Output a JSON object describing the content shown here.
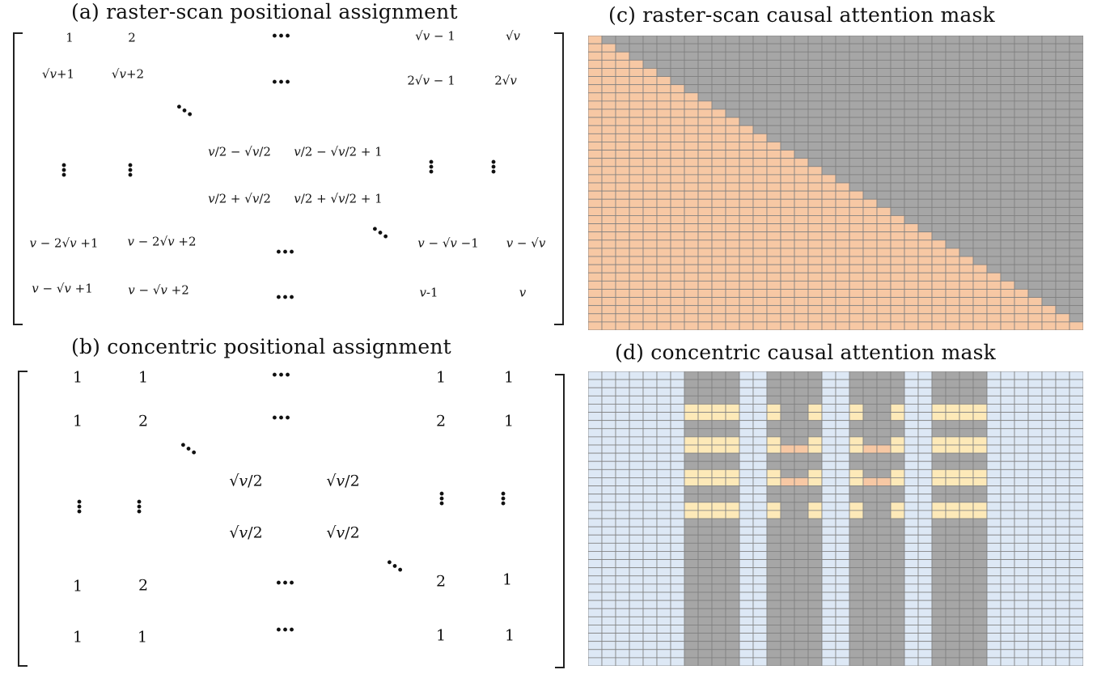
{
  "titles": {
    "a": "(a) raster-scan positional assignment",
    "b": "(b) concentric positional assignment",
    "c": "(c) raster-scan causal attention mask",
    "d": "(d) concentric causal attention mask"
  },
  "matrix_a": {
    "r1": [
      "1",
      "2",
      "√𝑣 − 1",
      "√𝑣"
    ],
    "r2": [
      "√𝑣+1",
      "√𝑣+2",
      "2√𝑣 − 1",
      "2√𝑣"
    ],
    "mid1": [
      "𝑣/2 − √𝑣/2",
      "𝑣/2 − √𝑣/2 + 1"
    ],
    "mid2": [
      "𝑣/2 + √𝑣/2",
      "𝑣/2 + √𝑣/2 + 1"
    ],
    "r5": [
      "𝑣 − 2√𝑣 +1",
      "𝑣 − 2√𝑣 +2",
      "𝑣 − √𝑣 −1",
      "𝑣 − √𝑣"
    ],
    "r6": [
      "𝑣 − √𝑣 +1",
      "𝑣 − √𝑣 +2",
      "𝑣-1",
      "𝑣"
    ]
  },
  "matrix_b": {
    "r1": [
      "1",
      "1",
      "1",
      "1"
    ],
    "r2": [
      "1",
      "2",
      "2",
      "1"
    ],
    "mid": [
      "√𝑣/2",
      "√𝑣/2",
      "√𝑣/2",
      "√𝑣/2"
    ],
    "r5": [
      "1",
      "2",
      "2",
      "1"
    ],
    "r6": [
      "1",
      "1",
      "1",
      "1"
    ]
  },
  "colors": {
    "gray": "#a6a6a6",
    "orange": "#f7c8a4",
    "blue": "#dde8f5",
    "yellow": "#fde9b8",
    "grid": "#7f7f7f"
  }
}
